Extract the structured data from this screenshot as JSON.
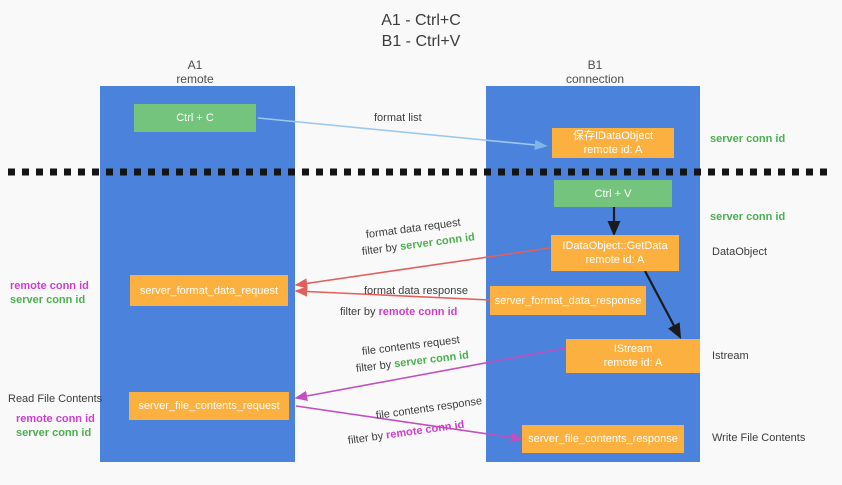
{
  "title": {
    "line1": "A1 - Ctrl+C",
    "line2": "B1 - Ctrl+V"
  },
  "columns": [
    {
      "name": "A1",
      "sub": "remote"
    },
    {
      "name": "B1",
      "sub": "connection"
    }
  ],
  "nodes": {
    "ctrl_c": "Ctrl + C",
    "ctrl_v": "Ctrl + V",
    "save_dataobject_l1": "保存IDataObject",
    "save_dataobject_l2": "remote id: A",
    "getdata_l1": "IDataObject::GetData",
    "getdata_l2": "remote id: A",
    "istream_l1": "IStream",
    "istream_l2": "remote id: A",
    "server_format_data_request": "server_format_data_request",
    "server_format_data_response": "server_format_data_response",
    "server_file_contents_request": "server_file_contents_request",
    "server_file_contents_response": "server_file_contents_response"
  },
  "edge_labels": {
    "format_list": "format list",
    "format_data_request": "format data request",
    "format_data_request_filter_pre": "filter by ",
    "format_data_request_filter_key": "server conn id",
    "format_data_response": "format data response",
    "format_data_response_filter_pre": "filter by ",
    "format_data_response_filter_key": "remote conn id",
    "file_contents_request": "file contents request",
    "file_contents_request_filter_pre": "filter by ",
    "file_contents_request_filter_key": "server conn id",
    "file_contents_response": "file contents response",
    "file_contents_response_filter_pre": "filter by ",
    "file_contents_response_filter_key": "remote conn id"
  },
  "right_labels": {
    "server_conn_id_1": "server conn id",
    "server_conn_id_2": "server conn id",
    "dataobject": "DataObject",
    "istream": "Istream",
    "write_file_contents": "Write File Contents"
  },
  "left_labels": {
    "remote_conn_id_1": "remote conn id",
    "server_conn_id_1": "server conn id",
    "read_file_contents": "Read File Contents",
    "remote_conn_id_2": "remote conn id",
    "server_conn_id_2": "server conn id"
  },
  "colors": {
    "background": "#f9f9f9",
    "column": "#4a82dc",
    "green_node": "#74c47d",
    "orange_node": "#fbb040",
    "green_text": "#4caf50",
    "magenta_text": "#cc3fcc",
    "light_blue_arrow": "#9dc8ee",
    "red_arrow": "#e0605c",
    "magenta_arrow": "#c04fc0",
    "black_arrow": "#1a1a1a",
    "divider": "#141414"
  }
}
